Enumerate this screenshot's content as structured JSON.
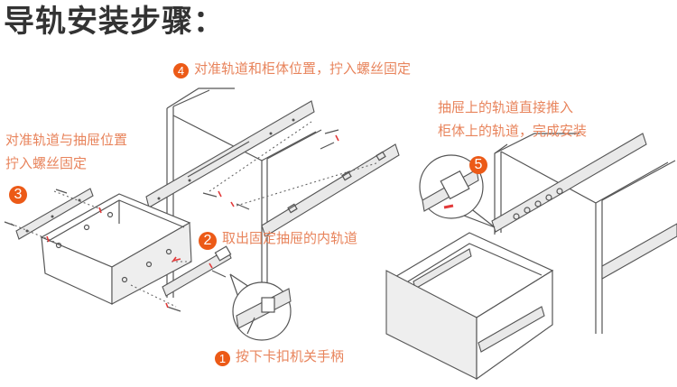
{
  "title": "导轨安装步骤：",
  "steps": [
    {
      "number": "1",
      "text": "按下卡扣机关手柄"
    },
    {
      "number": "2",
      "text": "取出固定抽屉的内轨道"
    },
    {
      "number": "3",
      "lines": [
        "对准轨道与抽屉位置",
        "拧入螺丝固定"
      ]
    },
    {
      "number": "4",
      "text": "对准轨道和柜体位置，拧入螺丝固定"
    },
    {
      "number": "5",
      "lines": [
        "抽屉上的轨道直接推入",
        "柜体上的轨道，完成安装"
      ]
    }
  ],
  "colors": {
    "badge": "#ec5a17",
    "label_text": "#e8845c",
    "title_text": "#333333"
  }
}
